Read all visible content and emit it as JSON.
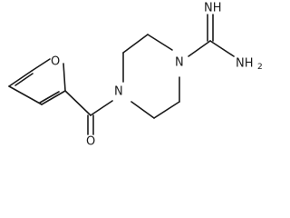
{
  "molecule": {
    "atoms": {
      "furan_oxygen": "O",
      "carbonyl_oxygen": "O",
      "piperazine_n_left": "N",
      "piperazine_n_right": "N",
      "imine": "NH",
      "amine": "NH",
      "amine_subscript": "2"
    }
  }
}
